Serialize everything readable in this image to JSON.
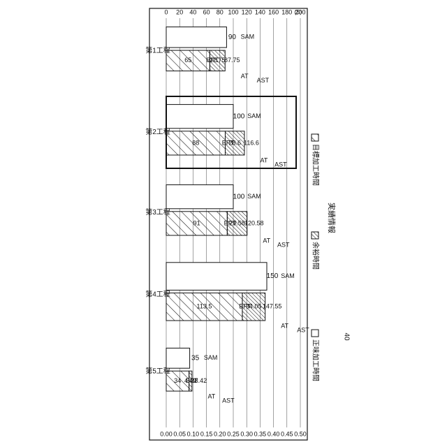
{
  "figure": {
    "ref": "40"
  },
  "chart_data": {
    "type": "bar",
    "title": "実績情報",
    "orientation": "rotated-90-clockwise",
    "y_unit": "(S)",
    "ylim": [
      0,
      200
    ],
    "y_ticks": [
      "0",
      "20",
      "40",
      "60",
      "80",
      "100",
      "120",
      "140",
      "160",
      "180",
      "200"
    ],
    "y2lim": [
      0,
      0.5
    ],
    "y2_ticks": [
      "0.00",
      "0.05",
      "0.10",
      "0.15",
      "0.20",
      "0.25",
      "0.30",
      "0.35",
      "0.40",
      "0.45",
      "0.50"
    ],
    "grid": true,
    "legend_position": "top",
    "legend": [
      {
        "key": "target",
        "label": "目標加工時間",
        "pattern": "hatch"
      },
      {
        "key": "margin",
        "label": "余裕時間",
        "pattern": "dense"
      },
      {
        "key": "net",
        "label": "正味加工時間",
        "pattern": "clear"
      }
    ],
    "categories": [
      "第1工程",
      "第2工程",
      "第3工程",
      "第4工程",
      "第5工程"
    ],
    "highlighted_category": "第2工程",
    "processes": [
      {
        "name": "第1工程",
        "sam": 90,
        "sam_label": "90",
        "sam_tag": "SAM",
        "at": 87.75,
        "at_label": "87.75",
        "at_tag": "AT",
        "bpt": 65,
        "bpt_label": "65",
        "bpt_tag": "BPT",
        "margin": 22.75,
        "margin_label": "22.75",
        "ast": 90,
        "ast_tag": "AST",
        "bpt_bar_label": "90"
      },
      {
        "name": "第2工程",
        "sam": 100,
        "sam_label": "100",
        "sam_tag": "SAM",
        "at": 116.6,
        "at_label": "116.6",
        "at_tag": "AT",
        "bpt": 88,
        "bpt_label": "88",
        "bpt_tag": "BPT",
        "margin": 28.6,
        "margin_label": "28.6",
        "ast": 116.6,
        "ast_tag": "AST",
        "bpt_bar_label": "100"
      },
      {
        "name": "第3工程",
        "sam": 100,
        "sam_label": "100",
        "sam_tag": "SAM",
        "at": 120.58,
        "at_label": "120.58",
        "at_tag": "AT",
        "bpt": 91,
        "bpt_label": "91",
        "bpt_tag": "BPT",
        "margin": 29.58,
        "margin_label": "29.58",
        "ast": 120.58,
        "ast_tag": "AST",
        "bpt_bar_label": "100"
      },
      {
        "name": "第4工程",
        "sam": 150,
        "sam_label": "150",
        "sam_tag": "SAM",
        "at": 147.55,
        "at_label": "147.55",
        "at_tag": "AT",
        "bpt": 113.5,
        "bpt_label": "113.5",
        "bpt_tag": "BPT",
        "margin": 34.05,
        "margin_label": "34.05",
        "ast": 150,
        "ast_tag": "AST",
        "bpt_bar_label": "150"
      },
      {
        "name": "第5工程",
        "sam": 35,
        "sam_label": "35",
        "sam_tag": "SAM",
        "at": 38.42,
        "at_label": "38.42",
        "at_tag": "AT",
        "bpt": 34,
        "bpt_label": "34",
        "bpt_tag": "BPT",
        "margin": 4.42,
        "margin_label": "4.42",
        "ast": 38.42,
        "ast_tag": "AST",
        "bpt_bar_label": "35"
      }
    ]
  }
}
